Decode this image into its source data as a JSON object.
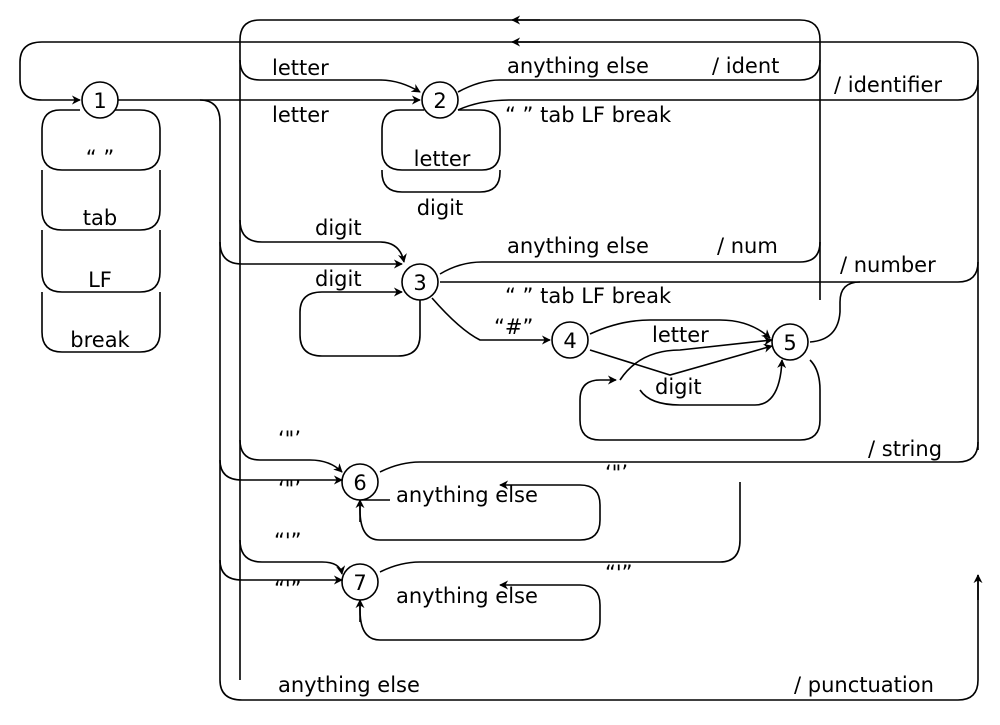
{
  "diagram": {
    "states": [
      "1",
      "2",
      "3",
      "4",
      "5",
      "6",
      "7"
    ],
    "self_loop_labels": {
      "state1": [
        "“ ”",
        "tab",
        "LF",
        "break"
      ],
      "state2": [
        "letter",
        "digit"
      ],
      "state3": [
        "digit"
      ],
      "state6": [
        "anything else"
      ],
      "state7": [
        "anything else"
      ]
    },
    "edge_labels": {
      "letter_upper": "letter",
      "letter_lower": "letter",
      "digit_upper": "digit",
      "digit_lower": "digit",
      "anything_else_ident": "anything else",
      "anything_else_num": "anything else",
      "ident": "/ ident",
      "num": "/ num",
      "identifier": "/ identifier",
      "number": "/ number",
      "string": "/ string",
      "punctuation": "/ punctuation",
      "whitespace_2": "“ ” tab LF break",
      "whitespace_3": "“ ” tab LF break",
      "hash": "“#”",
      "letter_45": "letter",
      "digit_45": "digit",
      "quote_upper": "‘\"’",
      "quote_lower": "‘\"’",
      "quote_close": "‘\"’",
      "dquote_upper": "“'”",
      "dquote_lower": "“'”",
      "dquote_close": "“'”",
      "anything_else_bottom": "anything else"
    }
  }
}
